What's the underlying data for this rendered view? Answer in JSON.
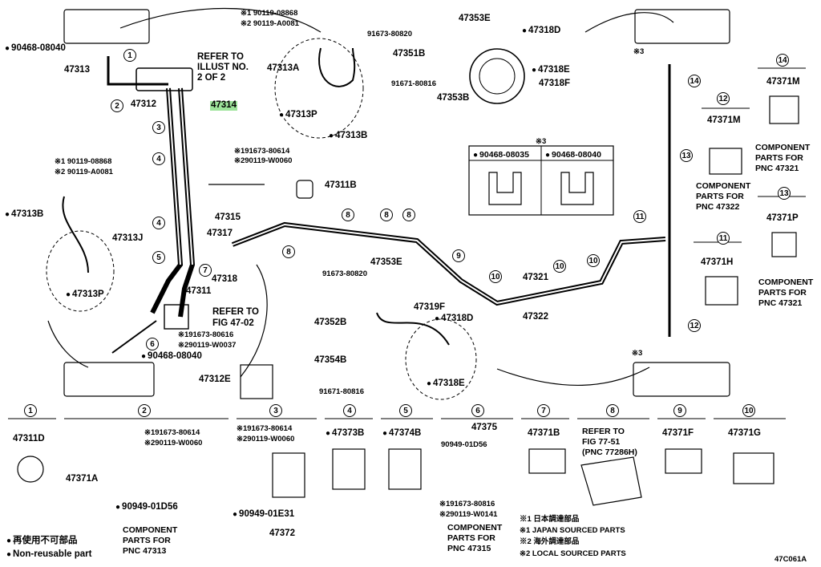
{
  "labels": {
    "p47313": "47313",
    "p90468_08040_top": "90468-08040",
    "p47312": "47312",
    "p47314": "47314",
    "refer_illust": "REFER TO",
    "refer_illust2": "ILLUST NO.",
    "refer_illust3": "2 OF 2",
    "p47313A": "47313A",
    "p47313P_top": "47313P",
    "p47313B_top": "47313B",
    "m1_top": "※1 90119-08868",
    "m2_top": "※2 90119-A0081",
    "p91673_80820_top": "91673-80820",
    "p47353E_top": "47353E",
    "p47351B": "47351B",
    "p91671_80816_top": "91671-80816",
    "p47353B": "47353B",
    "p47318D_top": "47318D",
    "p47318E_top": "47318E",
    "p47318F": "47318F",
    "star3_label": "※3",
    "p90468_08035": "90468-08035",
    "p90468_08040_box": "90468-08040",
    "m191673_80614": "※191673-80614",
    "m290119_w0060": "※290119-W0060",
    "p47311B": "47311B",
    "m1_left": "※1 90119-08868",
    "m2_left": "※2 90119-A0081",
    "p47313B_left": "47313B",
    "p47313J": "47313J",
    "p47313P_left": "47313P",
    "p47315": "47315",
    "p47317": "47317",
    "p47318": "47318",
    "p47311": "47311",
    "refer_fig": "REFER TO",
    "refer_fig2": "FIG 47-02",
    "m191673_80616": "※191673-80616",
    "m290119_w0037": "※290119-W0037",
    "p90468_08040_low": "90468-08040",
    "p47312E": "47312E",
    "p91673_80820_mid": "91673-80820",
    "p47353E_mid": "47353E",
    "p47352B": "47352B",
    "p47319F": "47319F",
    "p47354B": "47354B",
    "p47318D_mid": "47318D",
    "p47318E_mid": "47318E",
    "p91671_80816_mid": "91671-80816",
    "p47321": "47321",
    "p47322": "47322",
    "p47371M_12": "47371M",
    "p47371M_14": "47371M",
    "p47371P": "47371P",
    "p47371H": "47371H",
    "comp_47321a": "COMPONENT",
    "comp_47321b": "PARTS FOR",
    "comp_47321c": "PNC 47321",
    "comp_47322a": "COMPONENT",
    "comp_47322b": "PARTS FOR",
    "comp_47322c": "PNC 47322",
    "comp_47321d": "COMPONENT",
    "comp_47321e": "PARTS FOR",
    "comp_47321f": "PNC 47321",
    "star3_tr": "※3",
    "star3_br": "※3",
    "p47311D": "47311D",
    "p47371A": "47371A",
    "m191673_80614_b": "※191673-80614",
    "m290119_w0060_b": "※290119-W0060",
    "p90949_01D56_b": "90949-01D56",
    "comp_47313a": "COMPONENT",
    "comp_47313b": "PARTS FOR",
    "comp_47313c": "PNC 47313",
    "m191673_80614_c": "※191673-80614",
    "m290119_w0060_c": "※290119-W0060",
    "p90949_01E31": "90949-01E31",
    "p47372": "47372",
    "p47373B": "47373B",
    "p47374B": "47374B",
    "p47375": "47375",
    "p90949_01D56_c": "90949-01D56",
    "m191673_80816": "※191673-80816",
    "m290119_w0141": "※290119-W0141",
    "comp_47315a": "COMPONENT",
    "comp_47315b": "PARTS FOR",
    "comp_47315c": "PNC 47315",
    "p47371B": "47371B",
    "refer_77a": "REFER TO",
    "refer_77b": "FIG 77-51",
    "refer_77c": "(PNC 77286H)",
    "p47371F": "47371F",
    "p47371G": "47371G",
    "legend1": "再使用不可部品",
    "legend2": "Non-reusable part",
    "note1": "※1 日本調達部品",
    "note2": "※1 JAPAN SOURCED PARTS",
    "note3": "※2 海外調達部品",
    "note4": "※2 LOCAL SOURCED PARTS",
    "diagram_id": "47C061A"
  },
  "callouts": [
    "1",
    "2",
    "3",
    "4",
    "5",
    "6",
    "7",
    "8",
    "9",
    "10",
    "11",
    "12",
    "13",
    "14"
  ],
  "colors": {
    "highlight": "#9de39a",
    "ink": "#000000"
  }
}
